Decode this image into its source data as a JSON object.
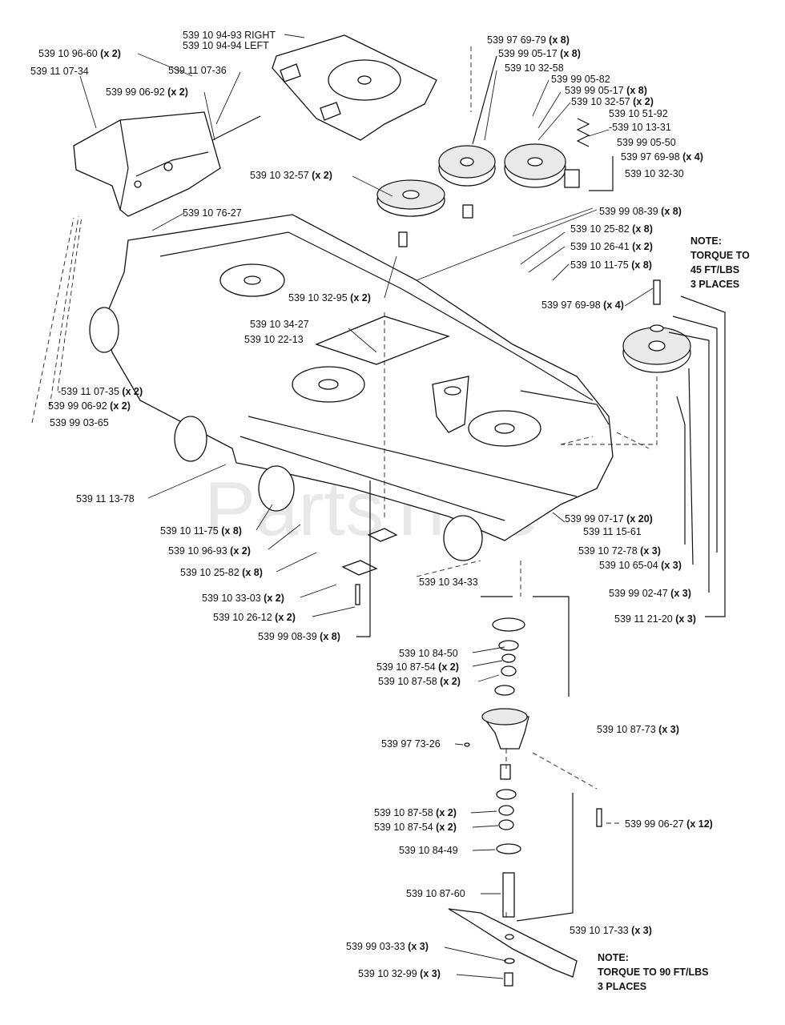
{
  "watermark": "PartsTree",
  "notes": {
    "top": [
      "NOTE:",
      "TORQUE TO",
      "45 FT/LBS",
      "3 PLACES"
    ],
    "bottom": [
      "NOTE:",
      "TORQUE TO 90 FT/LBS",
      "3 PLACES"
    ]
  },
  "callouts": [
    {
      "part": "539 10 94-93 RIGHT",
      "qty": ""
    },
    {
      "part": "539 10 94-94 LEFT",
      "qty": ""
    },
    {
      "part": "539 10 96-60",
      "qty": "(x 2)"
    },
    {
      "part": "539 11 07-34",
      "qty": ""
    },
    {
      "part": "539 11 07-36",
      "qty": ""
    },
    {
      "part": "539 99 06-92",
      "qty": "(x 2)"
    },
    {
      "part": "539 10 32-57",
      "qty": "(x 2)"
    },
    {
      "part": "539 10 76-27",
      "qty": ""
    },
    {
      "part": "539 10 32-95",
      "qty": "(x 2)"
    },
    {
      "part": "539 10 34-27",
      "qty": ""
    },
    {
      "part": "539 10 22-13",
      "qty": ""
    },
    {
      "part": "-539 11 07-35",
      "qty": "(x 2)"
    },
    {
      "part": "539 99 06-92",
      "qty": "(x 2)"
    },
    {
      "part": "539 99 03-65",
      "qty": ""
    },
    {
      "part": "539 11 13-78",
      "qty": ""
    },
    {
      "part": "539 10 11-75",
      "qty": "(x 8)"
    },
    {
      "part": "539 10 96-93",
      "qty": "(x 2)"
    },
    {
      "part": "539 10 25-82",
      "qty": "(x 8)"
    },
    {
      "part": "539 10 33-03",
      "qty": "(x 2)"
    },
    {
      "part": "539 10 26-12",
      "qty": "(x 2)"
    },
    {
      "part": "539 99 08-39",
      "qty": "(x 8)"
    },
    {
      "part": "539 10 34-33",
      "qty": ""
    },
    {
      "part": "539 97 69-79",
      "qty": "(x 8)"
    },
    {
      "part": "539 99 05-17",
      "qty": "(x 8)"
    },
    {
      "part": "539 10 32-58",
      "qty": ""
    },
    {
      "part": "539 99 05-82",
      "qty": ""
    },
    {
      "part": "539 99 05-17",
      "qty": "(x 8)"
    },
    {
      "part": "539 10 32-57",
      "qty": "(x 2)"
    },
    {
      "part": "539 10 51-92",
      "qty": ""
    },
    {
      "part": "-539 10 13-31",
      "qty": ""
    },
    {
      "part": "539 99 05-50",
      "qty": ""
    },
    {
      "part": "539 97 69-98",
      "qty": "(x 4)"
    },
    {
      "part": "539 10 32-30",
      "qty": ""
    },
    {
      "part": "539 99 08-39",
      "qty": "(x 8)"
    },
    {
      "part": "539 10 25-82",
      "qty": "(x 8)"
    },
    {
      "part": "539 10 26-41",
      "qty": "(x 2)"
    },
    {
      "part": "539 10 11-75",
      "qty": "(x 8)"
    },
    {
      "part": "539 97 69-98",
      "qty": "(x 4)"
    },
    {
      "part": "539 99 07-17",
      "qty": "(x 20)"
    },
    {
      "part": "539 11 15-61",
      "qty": ""
    },
    {
      "part": "539 10 72-78",
      "qty": "(x 3)"
    },
    {
      "part": "539 10 65-04",
      "qty": "(x 3)"
    },
    {
      "part": "539 99 02-47",
      "qty": "(x 3)"
    },
    {
      "part": "539 11 21-20",
      "qty": "(x 3)"
    },
    {
      "part": "539 10 84-50",
      "qty": ""
    },
    {
      "part": "539 10 87-54",
      "qty": "(x 2)"
    },
    {
      "part": "539 10 87-58",
      "qty": "(x 2)"
    },
    {
      "part": "539 97 73-26",
      "qty": ""
    },
    {
      "part": "539 10 87-73",
      "qty": "(x 3)"
    },
    {
      "part": "539 10 87-58",
      "qty": "(x 2)"
    },
    {
      "part": "539 10 87-54",
      "qty": "(x 2)"
    },
    {
      "part": "539 10 84-49",
      "qty": ""
    },
    {
      "part": "539 99 06-27",
      "qty": "(x 12)"
    },
    {
      "part": "539 10 87-60",
      "qty": ""
    },
    {
      "part": "539 10 17-33",
      "qty": "(x 3)"
    },
    {
      "part": "539 99 03-33",
      "qty": "(x 3)"
    },
    {
      "part": "539 10 32-99",
      "qty": "(x 3)"
    }
  ]
}
